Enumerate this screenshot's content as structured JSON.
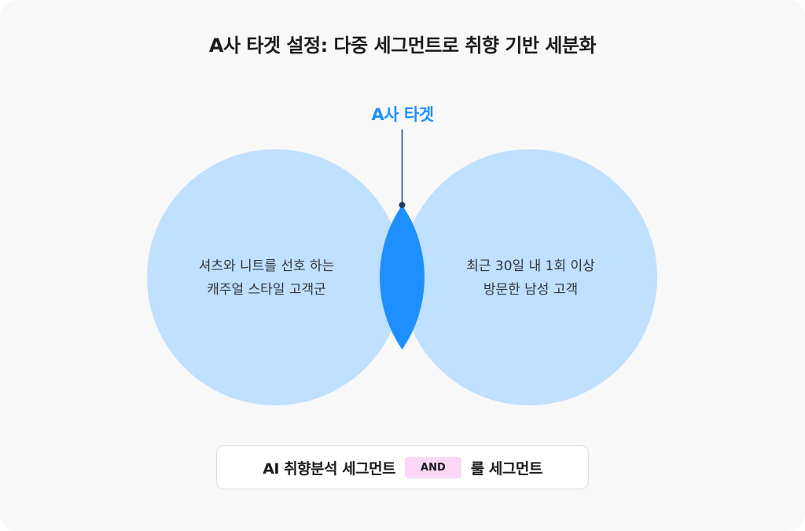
{
  "title": "A사 타겟 설정: 다중 세그먼트로 취향 기반 세분화",
  "diagram": {
    "intersection_label": "A사 타겟",
    "left_circle": {
      "lines": [
        "셔츠와 니트를 선호 하는",
        "캐주얼 스타일 고객군"
      ]
    },
    "right_circle": {
      "lines": [
        "최근 30일 내 1회 이상",
        "방문한 남성 고객"
      ]
    },
    "colors": {
      "circle_fill": "#bfe0ff",
      "intersection_fill": "#1e8fff",
      "pointer_line": "#1d3e66",
      "label_accent": "#1e8fff",
      "and_badge": "#fad7f6"
    }
  },
  "legend": {
    "left_text": "AI 취향분석 세그먼트",
    "operator": "AND",
    "right_text": "룰 세그먼트"
  }
}
